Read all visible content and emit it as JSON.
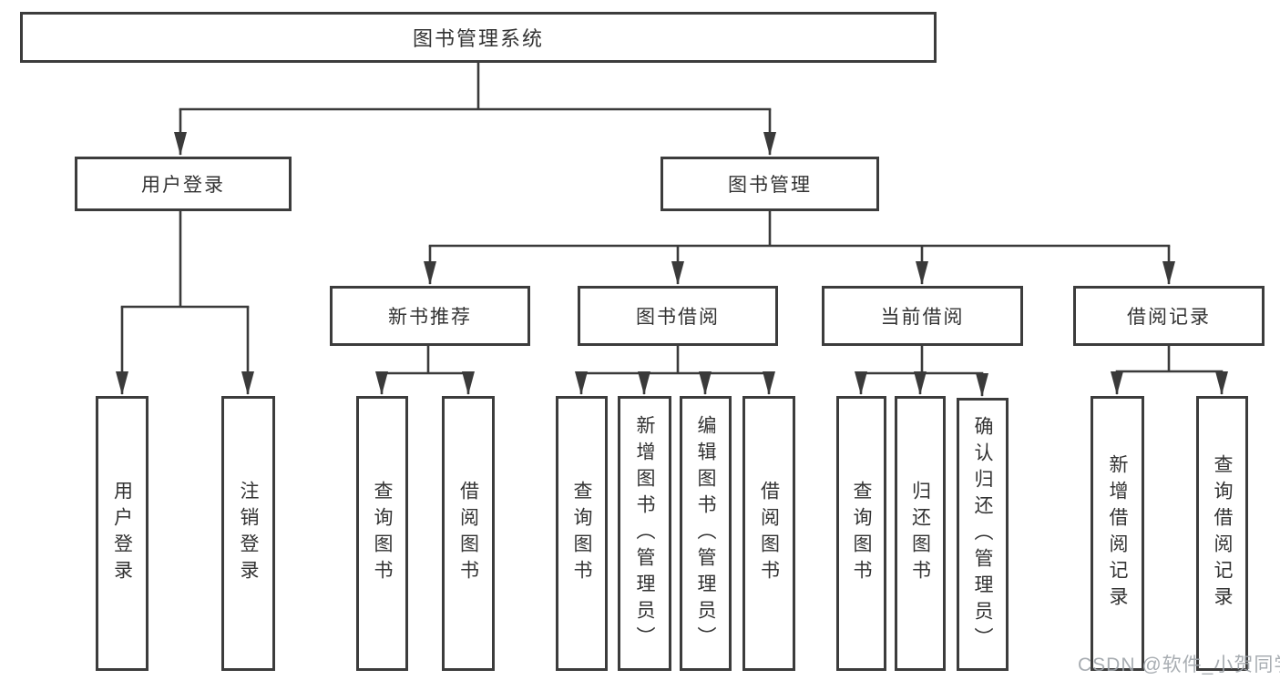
{
  "tree": {
    "label": "图书管理系统",
    "children": [
      {
        "label": "用户登录",
        "children": [
          {
            "label": "用户登录"
          },
          {
            "label": "注销登录"
          }
        ]
      },
      {
        "label": "图书管理",
        "children": [
          {
            "label": "新书推荐",
            "children": [
              {
                "label": "查询图书"
              },
              {
                "label": "借阅图书"
              }
            ]
          },
          {
            "label": "图书借阅",
            "children": [
              {
                "label": "查询图书"
              },
              {
                "label": "新增图书（管理员）"
              },
              {
                "label": "编辑图书（管理员）"
              },
              {
                "label": "借阅图书"
              }
            ]
          },
          {
            "label": "当前借阅",
            "children": [
              {
                "label": "查询图书"
              },
              {
                "label": "归还图书"
              },
              {
                "label": "确认归还（管理员）"
              }
            ]
          },
          {
            "label": "借阅记录",
            "children": [
              {
                "label": "新增借阅记录"
              },
              {
                "label": "查询借阅记录"
              }
            ]
          }
        ]
      }
    ]
  },
  "watermark": {
    "text": "CSDN @软件_小贺同学"
  },
  "colors": {
    "box_border": "#3c3c3c",
    "connector": "#3a3a3a",
    "text": "#333333",
    "watermark": "#9ea4aa",
    "background": "#ffffff"
  }
}
